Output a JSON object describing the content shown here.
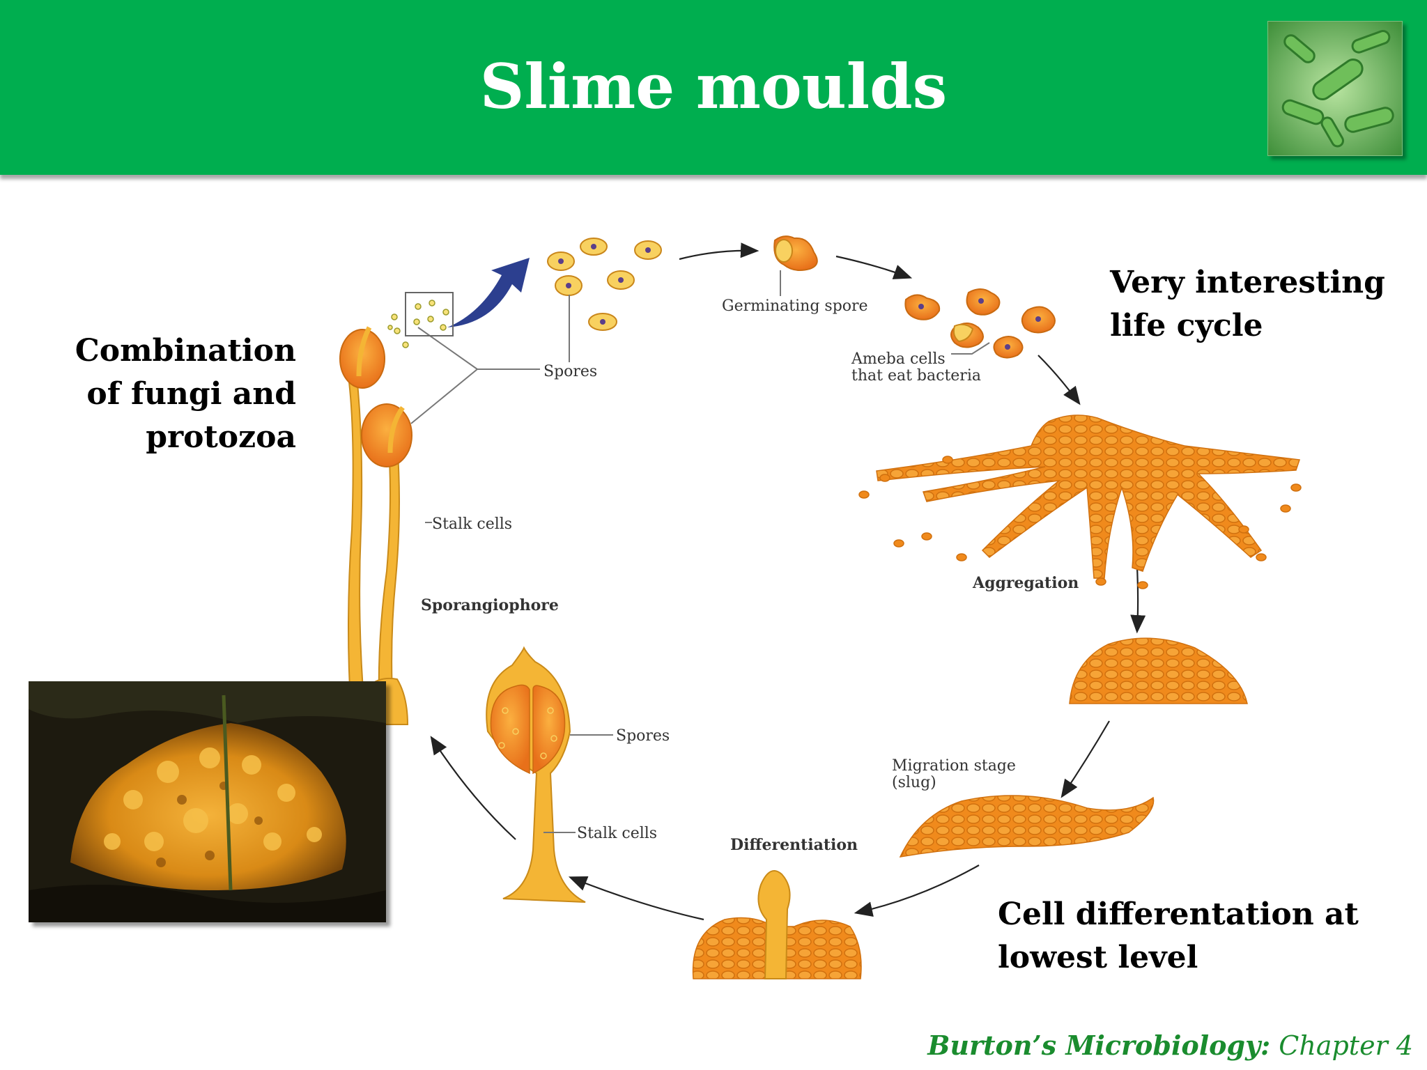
{
  "slide": {
    "title": "Slime moulds",
    "note_left": "Combination of fungi and protozoa",
    "note_top_right": "Very interesting life cycle",
    "note_bottom_right": "Cell differentation at lowest level",
    "footer_book": "Burton’s Microbiology:",
    "footer_chapter": "Chapter 4"
  },
  "diagram": {
    "labels": {
      "germinating_spore": "Germinating spore",
      "ameba_line1": "Ameba cells",
      "ameba_line2": "that eat bacteria",
      "spores_top": "Spores",
      "stalk_cells_top": "Stalk cells",
      "sporangiophore": "Sporangiophore",
      "aggregation": "Aggregation",
      "migration_line1": "Migration stage",
      "migration_line2": "(slug)",
      "spores_mid": "Spores",
      "stalk_cells_mid": "Stalk cells",
      "differentiation": "Differentiation"
    }
  },
  "colors": {
    "header_green": "#00ae4f",
    "cell_orange": "#f08a1c",
    "stalk_yellow": "#f4b535",
    "arrow_blue": "#2c3f8f",
    "footer_green": "#1a8c2e"
  }
}
